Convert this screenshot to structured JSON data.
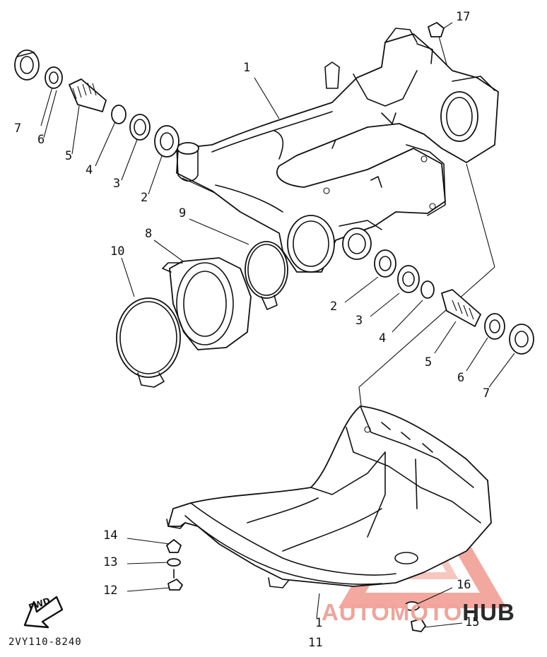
{
  "diagram_code": "2VY110-8240",
  "fwd_label": "FWD",
  "watermark": {
    "part1": "AUTOMOTO",
    "part2": "HUB"
  },
  "callouts": {
    "c1": "1",
    "c2a": "2",
    "c2b": "2",
    "c3a": "3",
    "c3b": "3",
    "c4a": "4",
    "c4b": "4",
    "c5a": "5",
    "c5b": "5",
    "c6a": "6",
    "c6b": "6",
    "c7a": "7",
    "c7b": "7",
    "c8": "8",
    "c9": "9",
    "c10": "10",
    "c11a": "1",
    "c11b": "11",
    "c12": "12",
    "c13": "13",
    "c14": "14",
    "c15": "15",
    "c16": "16",
    "c17": "17"
  },
  "colors": {
    "line": "#111111",
    "watermark_red": "#f0a49a",
    "watermark_dark": "#2a2a2a"
  }
}
